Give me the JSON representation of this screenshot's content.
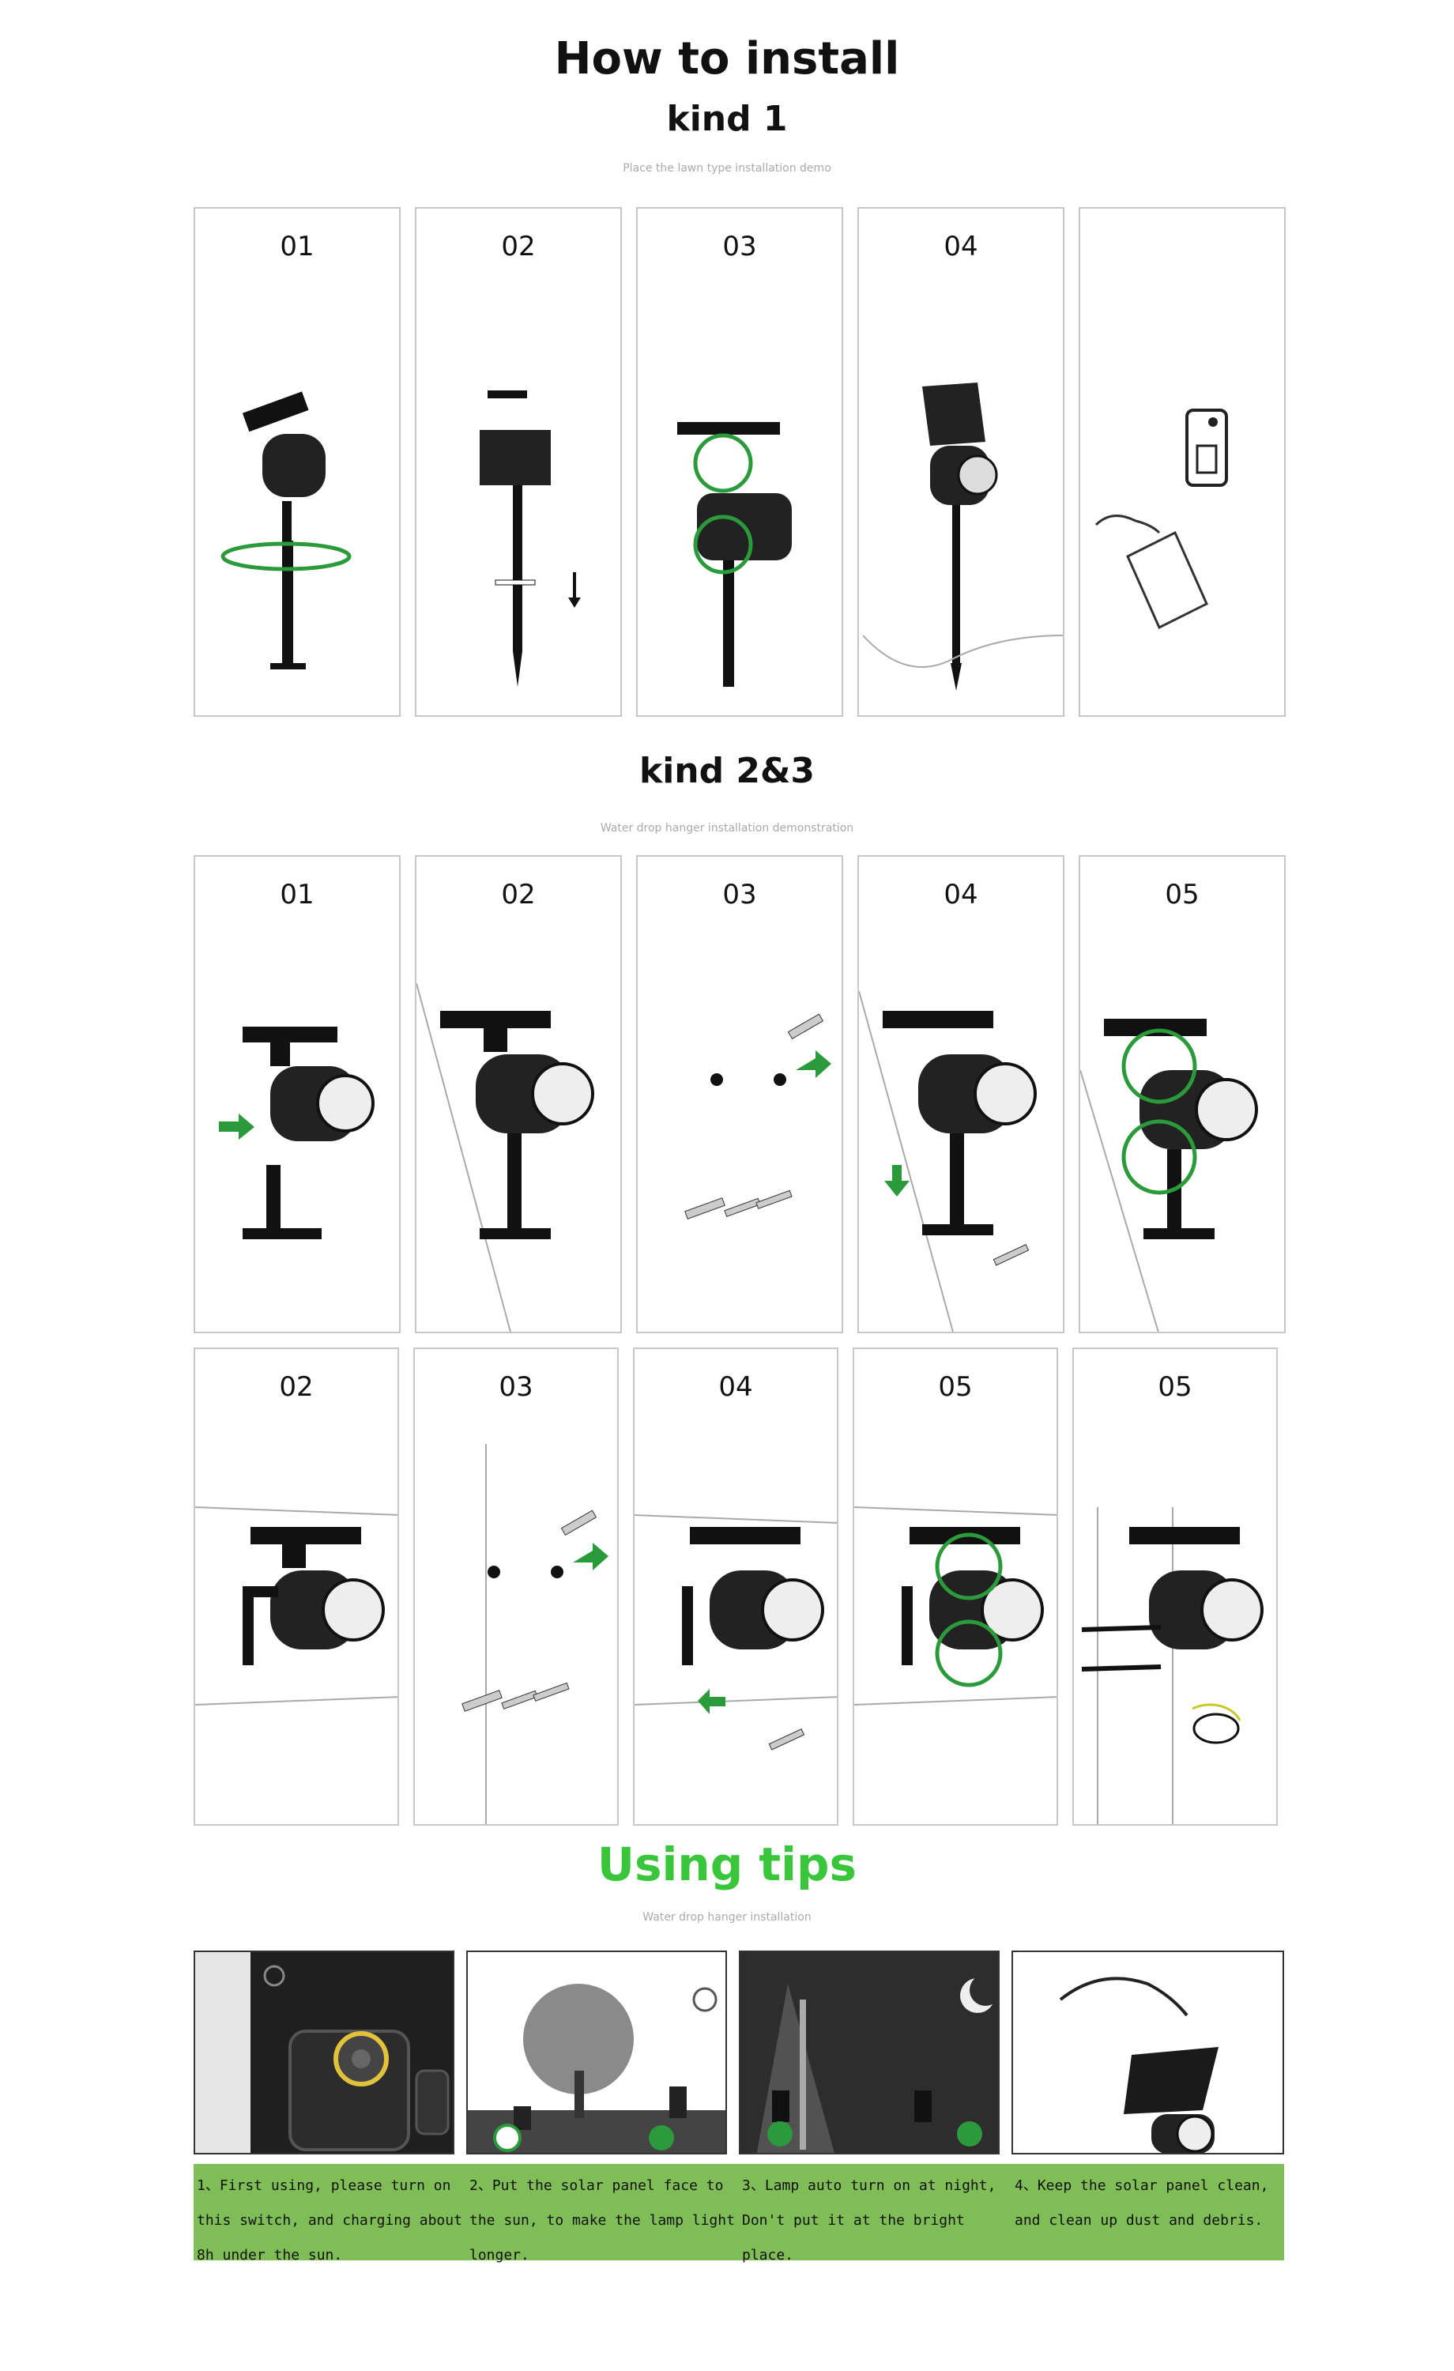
{
  "header": {
    "title": "How to install",
    "kind1": "kind 1",
    "kind1_subtitle": "Place the lawn type installation demo",
    "kind23": "kind 2&3",
    "kind23_subtitle": "Water drop hanger installation demonstration"
  },
  "kind1_steps": [
    {
      "num": "01",
      "icon": "spike-assembly"
    },
    {
      "num": "02",
      "icon": "insert-stake"
    },
    {
      "num": "03",
      "icon": "rotate-adjust"
    },
    {
      "num": "04",
      "icon": "finished-lawn-light"
    },
    {
      "num": "",
      "icon": "remove-protective-film"
    }
  ],
  "kind23_row1": [
    {
      "num": "01",
      "icon": "attach-bracket"
    },
    {
      "num": "02",
      "icon": "wall-light-assembled"
    },
    {
      "num": "03",
      "icon": "drill-holes"
    },
    {
      "num": "04",
      "icon": "screw-bracket"
    },
    {
      "num": "05",
      "icon": "rotate-adjust"
    }
  ],
  "kind23_row2": [
    {
      "num": "02",
      "icon": "wall-mount-side"
    },
    {
      "num": "03",
      "icon": "drill-holes"
    },
    {
      "num": "04",
      "icon": "screw-bracket"
    },
    {
      "num": "05",
      "icon": "rotate-adjust"
    },
    {
      "num": "05",
      "icon": "cable-tie-mount"
    }
  ],
  "tips": {
    "title": "Using tips",
    "subtitle": "Water drop hanger installation",
    "items": [
      {
        "text": "1、First using, please turn on this switch, and charging about 8h under the sun.",
        "icon": "power-switch"
      },
      {
        "text": "2、Put the solar panel face to the sun, to make the lamp light longer.",
        "icon": "sun-tree"
      },
      {
        "text": "3、Lamp auto turn on at night, Don't put it at the bright place.",
        "icon": "night-street-lamp"
      },
      {
        "text": "4、Keep the solar panel clean, and clean up dust and debris.",
        "icon": "clean-panel"
      }
    ]
  },
  "colors": {
    "accent_green": "#39c63a",
    "tip_bg": "#7fbd57",
    "arrow_green": "#2a9a3a"
  }
}
